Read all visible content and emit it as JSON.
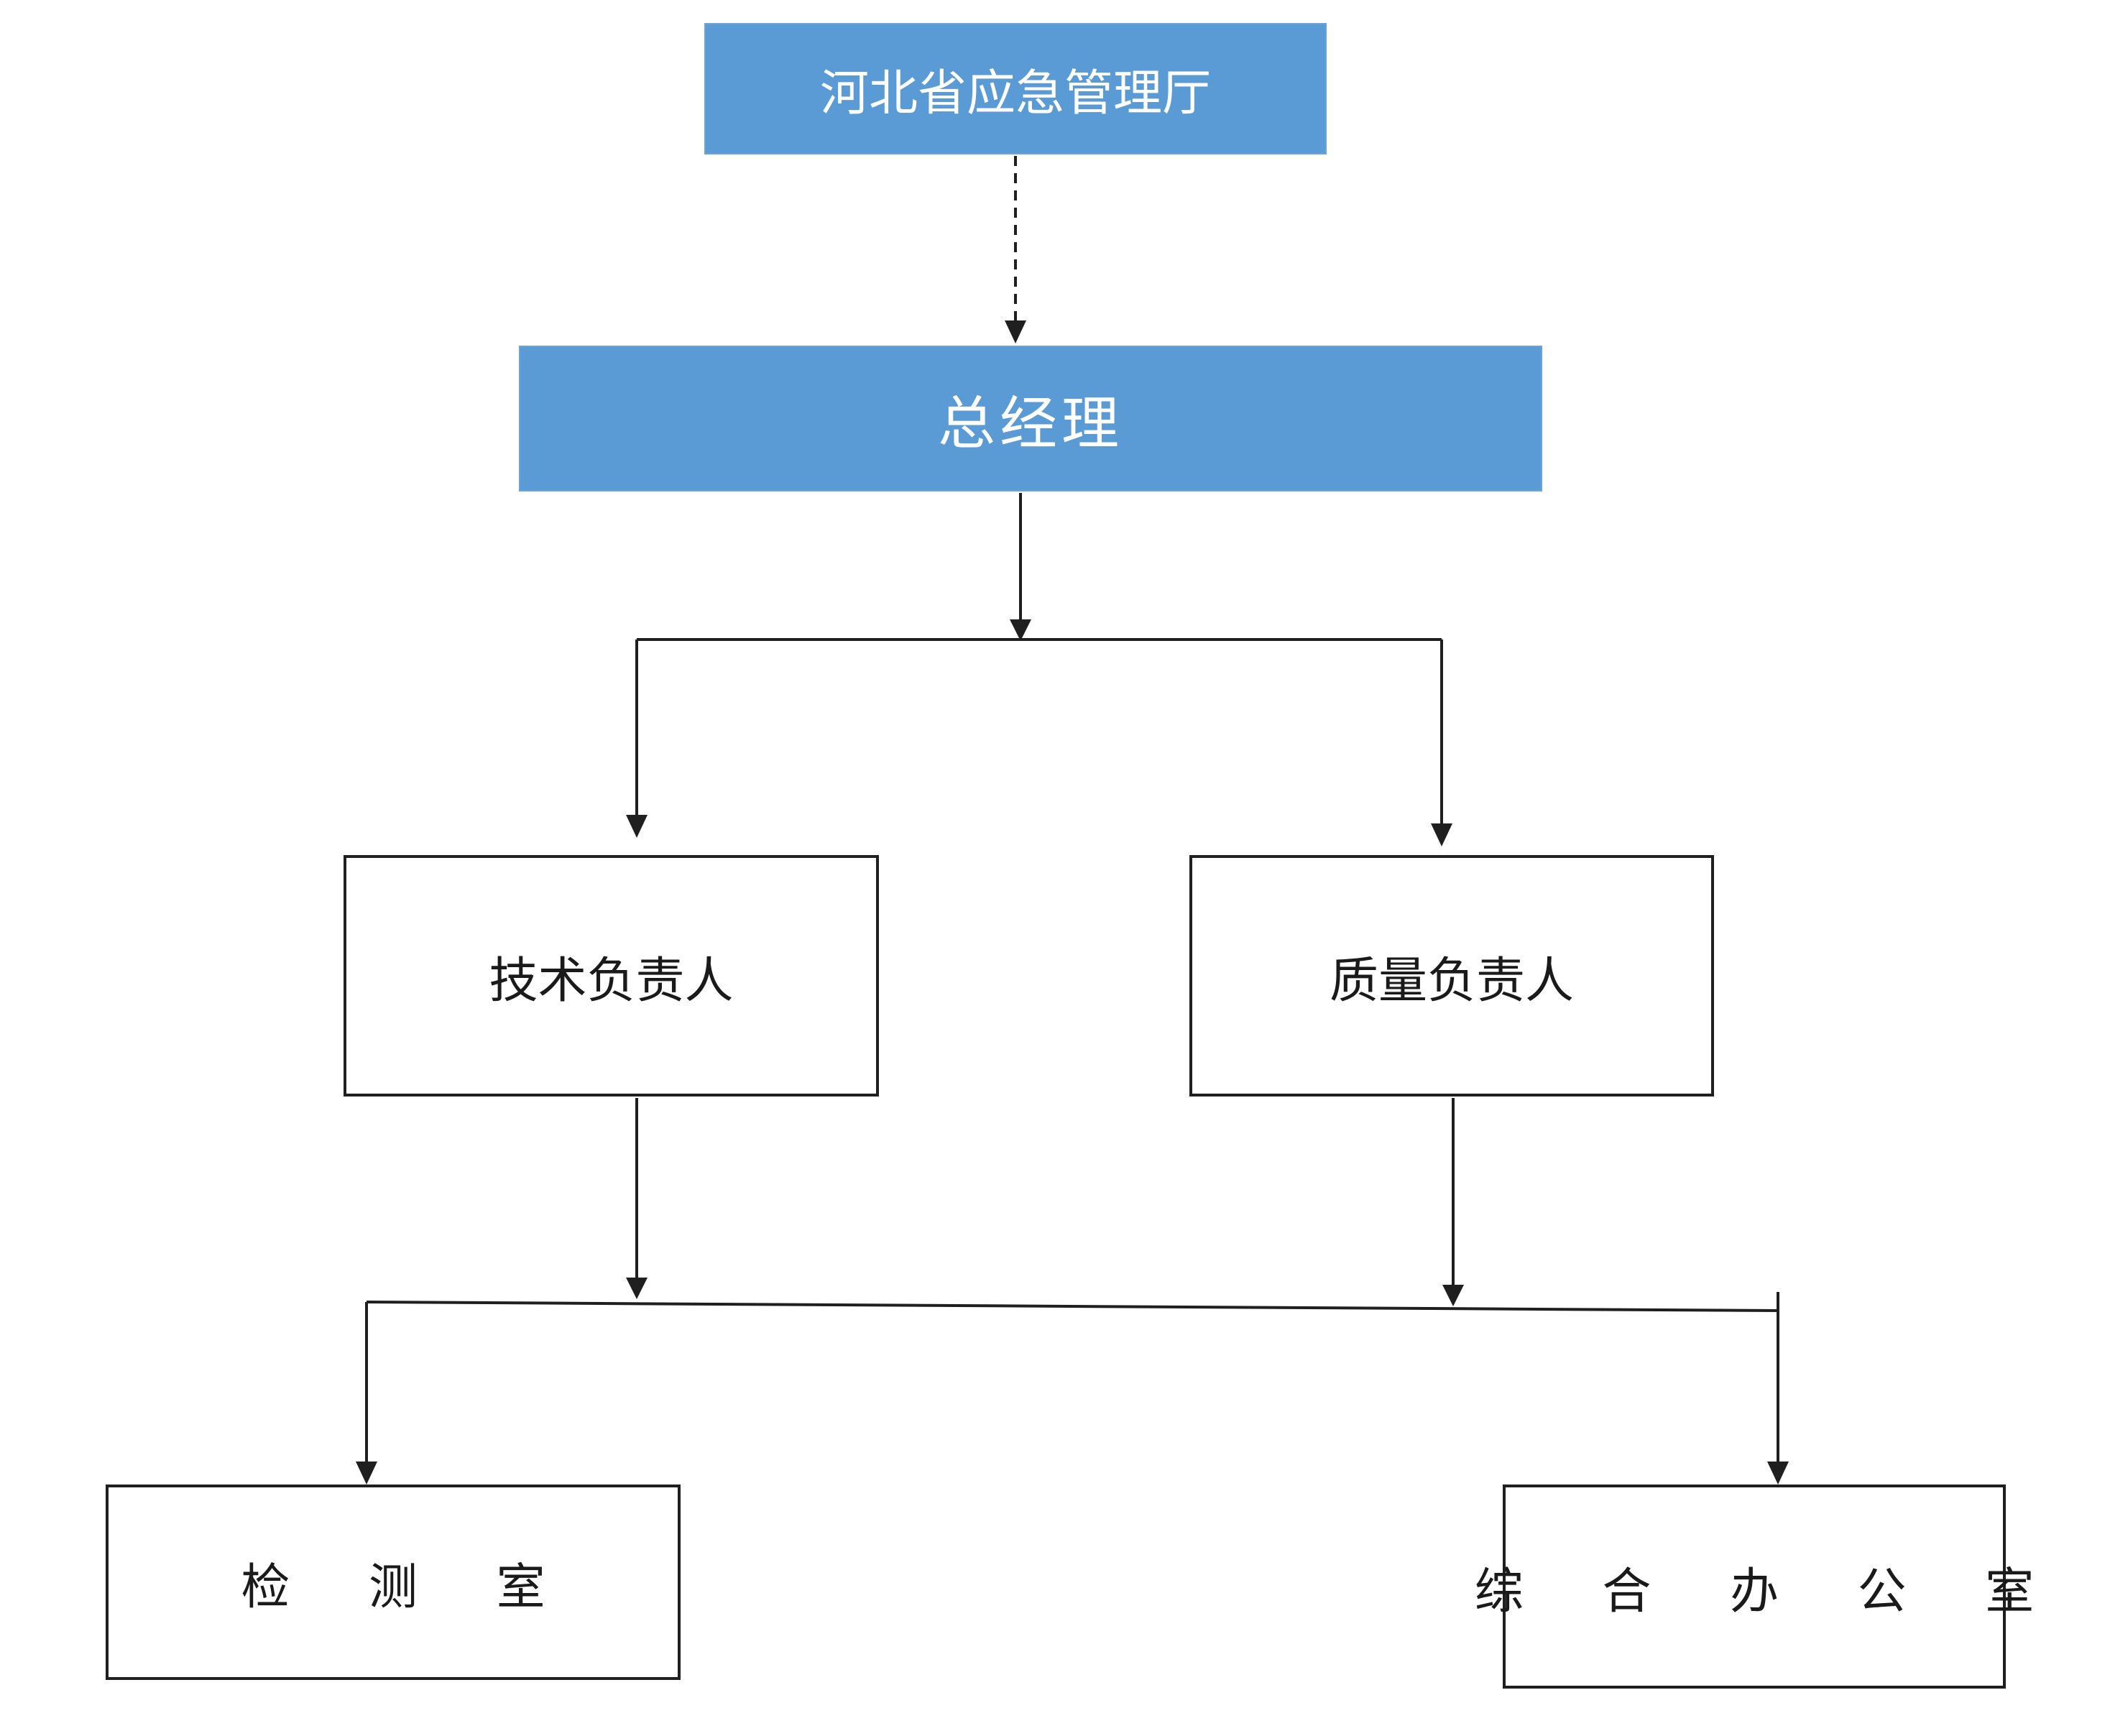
{
  "diagram": {
    "nodes": {
      "agency": {
        "label": "河北省应急管理厅"
      },
      "general_manager": {
        "label": "总经理"
      },
      "technical_lead": {
        "label": "技术负责人"
      },
      "quality_lead": {
        "label": "质量负责人"
      },
      "testing_room": {
        "label": "检 测 室"
      },
      "general_office": {
        "label": "综 合 办 公 室"
      }
    },
    "edges": [
      {
        "from": "agency",
        "to": "general_manager",
        "style": "dashed"
      },
      {
        "from": "general_manager",
        "to": "technical_lead",
        "style": "solid"
      },
      {
        "from": "general_manager",
        "to": "quality_lead",
        "style": "solid"
      },
      {
        "from": "technical_lead",
        "to": "testing_room",
        "style": "solid"
      },
      {
        "from": "technical_lead",
        "to": "general_office",
        "style": "solid"
      },
      {
        "from": "quality_lead",
        "to": "testing_room",
        "style": "solid"
      },
      {
        "from": "quality_lead",
        "to": "general_office",
        "style": "solid"
      }
    ],
    "colors": {
      "top_box_fill": "#5b9bd5",
      "top_box_text": "#ffffff",
      "box_border": "#1f1f1f",
      "line": "#1f1f1f"
    }
  }
}
